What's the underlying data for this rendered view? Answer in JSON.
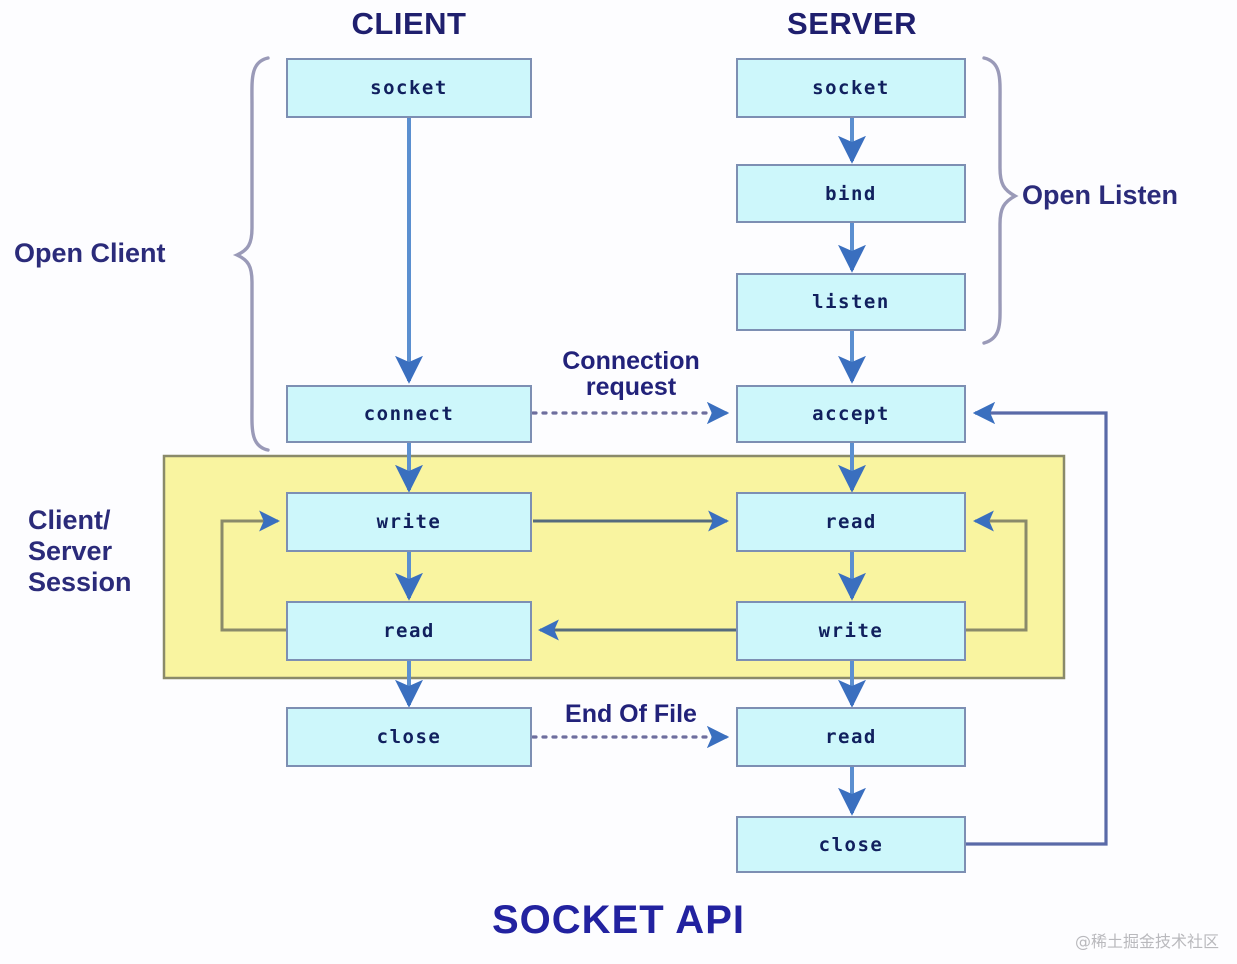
{
  "diagram": {
    "title": "SOCKET API",
    "watermark": "@稀土掘金技术社区",
    "colors": {
      "node_fill": "#cdf7fb",
      "node_border": "#7d8fb3",
      "session_fill": "#f9f4a0",
      "session_border": "#8a8a6a",
      "arrow": "#3a6fbf",
      "text": "#11205e",
      "label_text": "#2b2b7a",
      "title_text": "#2222a0"
    },
    "columns": [
      {
        "id": "client",
        "title": "CLIENT"
      },
      {
        "id": "server",
        "title": "SERVER"
      }
    ],
    "client_nodes": [
      {
        "id": "client-socket",
        "label": "socket"
      },
      {
        "id": "client-connect",
        "label": "connect"
      },
      {
        "id": "client-write",
        "label": "write"
      },
      {
        "id": "client-read",
        "label": "read"
      },
      {
        "id": "client-close",
        "label": "close"
      }
    ],
    "server_nodes": [
      {
        "id": "server-socket",
        "label": "socket"
      },
      {
        "id": "server-bind",
        "label": "bind"
      },
      {
        "id": "server-listen",
        "label": "listen"
      },
      {
        "id": "server-accept",
        "label": "accept"
      },
      {
        "id": "server-read",
        "label": "read"
      },
      {
        "id": "server-write",
        "label": "write"
      },
      {
        "id": "server-read2",
        "label": "read"
      },
      {
        "id": "server-close",
        "label": "close"
      }
    ],
    "brace_labels": [
      {
        "id": "open-client",
        "label": "Open Client"
      },
      {
        "id": "open-listen",
        "label": "Open Listen"
      }
    ],
    "session_label": {
      "line1": "Client/",
      "line2": "Server",
      "line3": "Session"
    },
    "edge_labels": [
      {
        "id": "connection-request",
        "line1": "Connection",
        "line2": "request"
      },
      {
        "id": "end-of-file",
        "line1": "End Of File",
        "line2": ""
      }
    ]
  }
}
